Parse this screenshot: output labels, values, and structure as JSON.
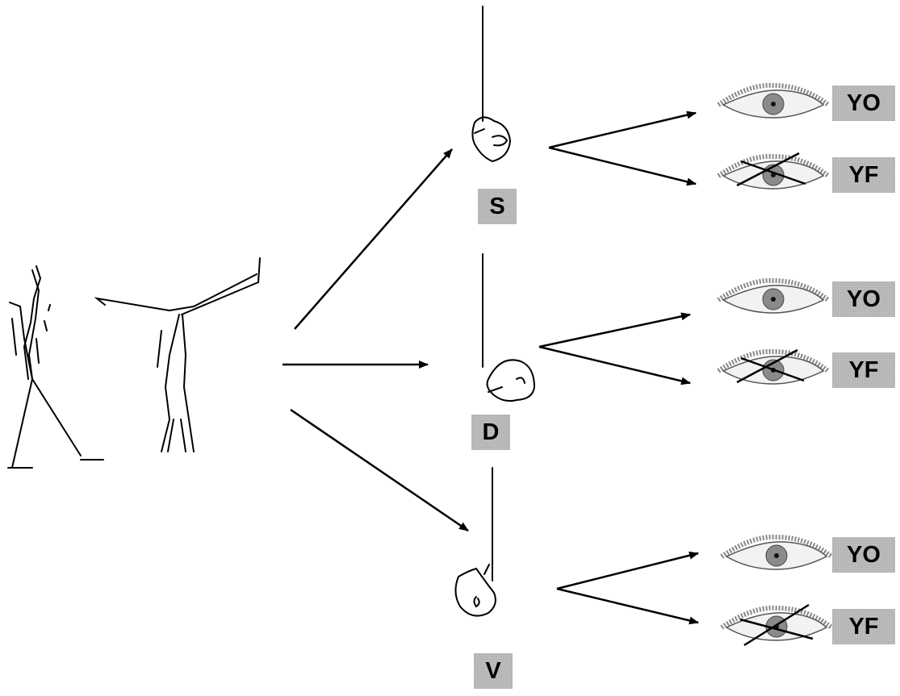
{
  "conditions": [
    {
      "id": "s",
      "label": "S"
    },
    {
      "id": "d",
      "label": "D"
    },
    {
      "id": "v",
      "label": "V"
    }
  ],
  "eye_states": [
    {
      "label": "YO",
      "eye": "eye-open-icon"
    },
    {
      "label": "YF",
      "eye": "eye-closed-crossed-icon"
    }
  ],
  "colors": {
    "label_box": "#bdbdbd",
    "line": "#000000",
    "iris": "#8a8a8a"
  }
}
